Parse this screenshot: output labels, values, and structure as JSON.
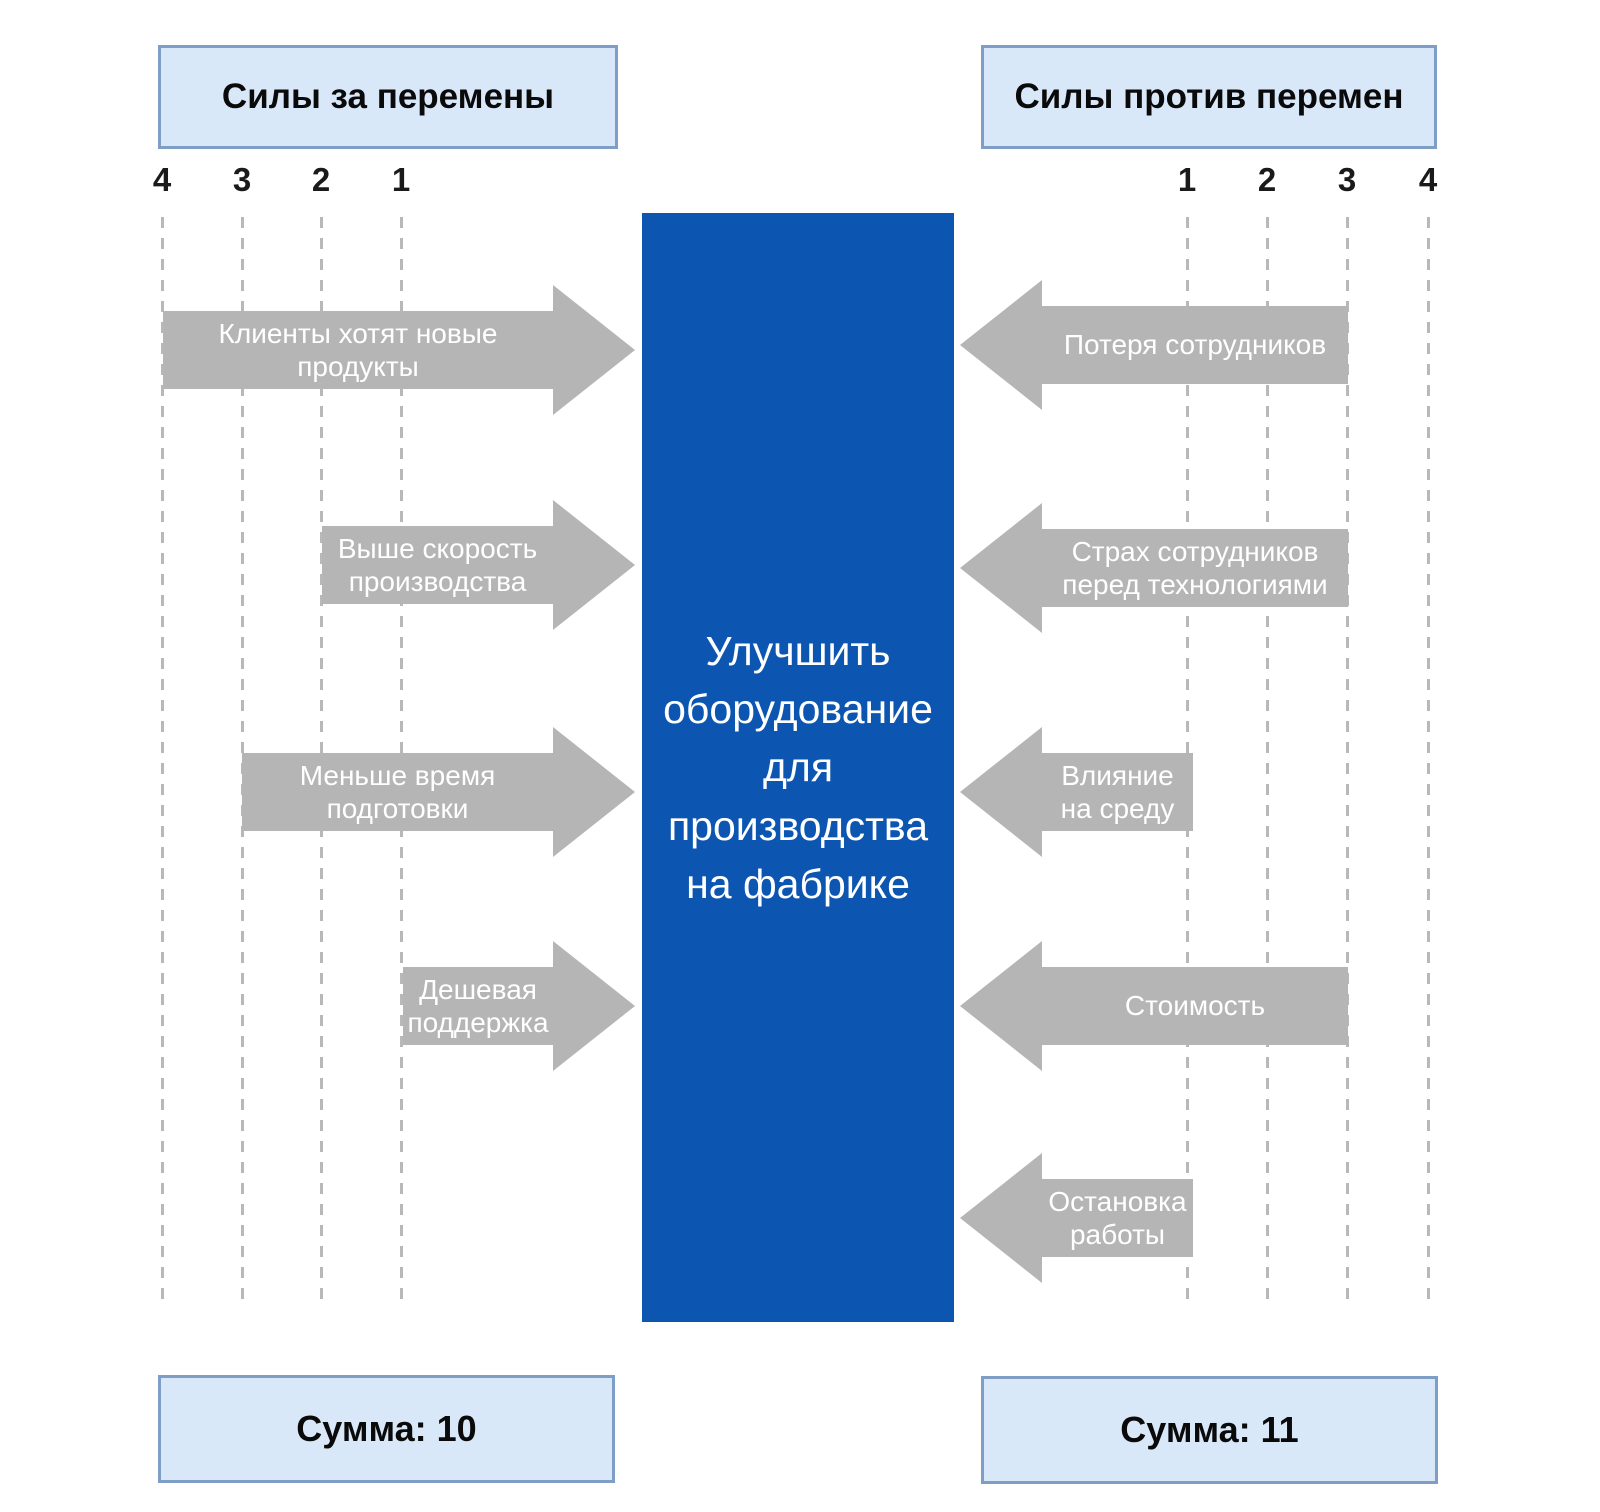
{
  "title_left": "Силы за перемены",
  "title_right": "Силы против перемен",
  "center_goal": "Улучшить оборудование для производства на фабрике",
  "scale_left": [
    "4",
    "3",
    "2",
    "1"
  ],
  "scale_right": [
    "1",
    "2",
    "3",
    "4"
  ],
  "forces_for": [
    {
      "label": "Клиенты хотят новые продукты",
      "value": 4
    },
    {
      "label": "Выше скорость производства",
      "value": 2
    },
    {
      "label": "Меньше время подготовки",
      "value": 3
    },
    {
      "label": "Дешевая поддержка",
      "value": 1
    }
  ],
  "forces_against": [
    {
      "label": "Потеря сотрудников",
      "value": 3
    },
    {
      "label": "Страх сотрудников перед технологиями",
      "value": 3
    },
    {
      "label": "Влияние на среду",
      "value": 1
    },
    {
      "label": "Стоимость",
      "value": 3
    },
    {
      "label": "Остановка работы",
      "value": 1
    }
  ],
  "sum_left": "Сумма: 10",
  "sum_right": "Сумма: 11",
  "colors": {
    "accent_blue": "#0c56b2",
    "arrow_gray": "#b5b5b5",
    "box_fill": "#d9e8f9",
    "box_border": "#7f9ec5",
    "dash_gray": "#b8b8b8"
  }
}
